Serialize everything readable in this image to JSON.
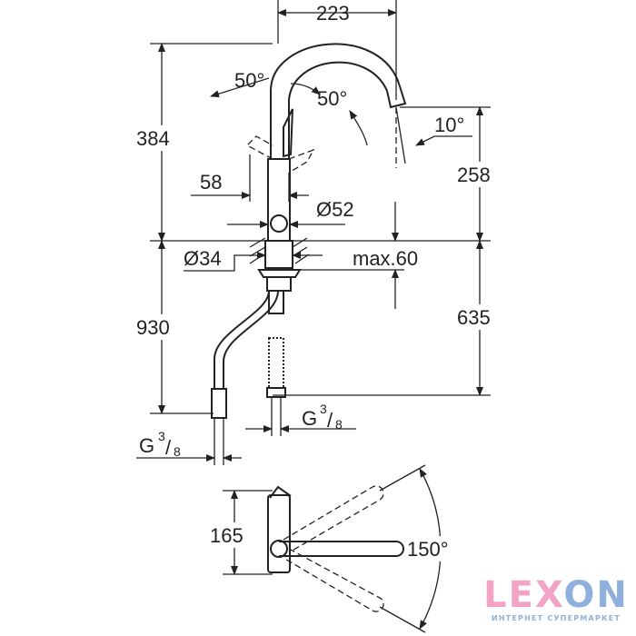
{
  "dimensions": {
    "width_spout": "223",
    "handle_angle_left": "50°",
    "handle_angle_right": "50°",
    "spout_tilt": "10°",
    "total_height": "384",
    "spout_height": "258",
    "handle_offset": "58",
    "body_diameter": "Ø52",
    "hole_diameter": "Ø34",
    "max_thickness": "max.60",
    "hose_length": "930",
    "hose_length_2": "635",
    "connection_left": {
      "main": "G",
      "num": "3",
      "den": "8"
    },
    "connection_right": {
      "main": "G",
      "num": "3",
      "den": "8"
    },
    "top_depth": "165",
    "swivel_angle": "150°"
  },
  "logo": {
    "word_pink": "LEX",
    "word_blue": "ON",
    "tagline": "ИНТЕРНЕТ СУПЕРМАРКЕТ"
  },
  "colors": {
    "logo_pink": "#f2a3c6",
    "logo_blue": "#8fb0dc"
  }
}
